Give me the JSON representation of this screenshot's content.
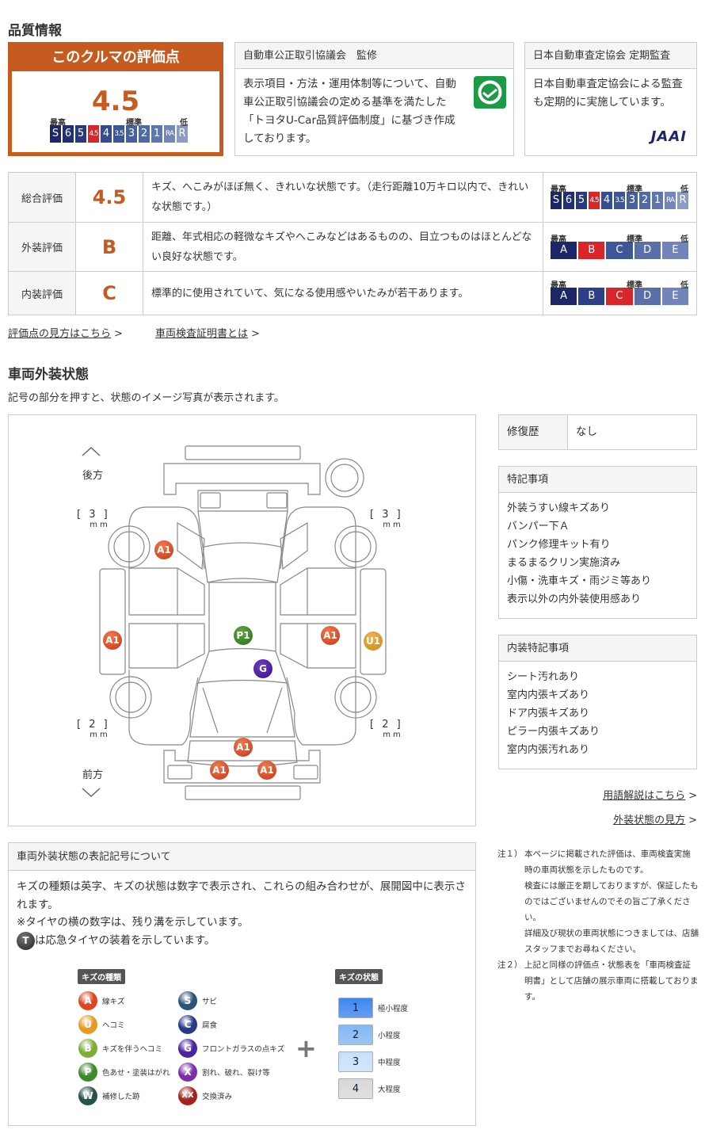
{
  "section_quality": "品質情報",
  "score_box": {
    "title": "このクルマの評価点",
    "score": "4.5"
  },
  "scale_labels": {
    "high": "最高",
    "mid": "標準",
    "low": "低"
  },
  "score_scale": [
    "S",
    "6",
    "5",
    "4.5",
    "4",
    "3.5",
    "3",
    "2",
    "1",
    "RA",
    "R"
  ],
  "grade_scale": [
    "A",
    "B",
    "C",
    "D",
    "E"
  ],
  "colors": {
    "accent": "#c75a1e",
    "selected": "#d8262b",
    "scale": [
      "#1b2767",
      "#223073",
      "#283a7e",
      "#2e4387",
      "#354c90",
      "#3d5698",
      "#4660a0",
      "#5169a7",
      "#5f77b0",
      "#7487bb",
      "#8b9bc6"
    ],
    "grade_scale": [
      "#1b2767",
      "#2d3f87",
      "#3f5699",
      "#5a6ea8",
      "#7284ba"
    ]
  },
  "supervision": {
    "title": "自動車公正取引協議会　監修",
    "text": "表示項目・方法・運用体制等について、自動車公正取引協議会の定める基準を満たした「トヨタU-Car品質評価制度」に基づき作成しております。",
    "logo_icon": "handshake-icon"
  },
  "jaai": {
    "title": "日本自動車査定協会 定期監査",
    "text": "日本自動車査定協会による監査も定期的に実施しています。",
    "logo": "JAAI"
  },
  "ratings": [
    {
      "label": "総合評価",
      "value": "4.5",
      "desc": "キズ、へこみがほぼ無く、きれいな状態です。（走行距離10万キロ以内で、きれいな状態です。）",
      "selected": "4.5"
    },
    {
      "label": "外装評価",
      "value": "B",
      "desc": "距離、年式相応の軽微なキズやへこみなどはあるものの、目立つものはほとんどない良好な状態です。",
      "selected": "B"
    },
    {
      "label": "内装評価",
      "value": "C",
      "desc": "標準的に使用されていて、気になる使用感やいたみが若干あります。",
      "selected": "C"
    }
  ],
  "links": {
    "score_guide": "評価点の見方はこちら",
    "certificate": "車両検査証明書とは",
    "glossary": "用語解説はこちら",
    "exterior_guide": "外装状態の見方"
  },
  "section_exterior": "車両外装状態",
  "exterior_sub": "記号の部分を押すと、状態のイメージ写真が表示されます。",
  "diagram": {
    "rear": "後方",
    "front": "前方",
    "tread_rear_left": "3",
    "tread_rear_right": "3",
    "tread_front_left": "2",
    "tread_front_right": "2",
    "unit": "mm",
    "markers": [
      "A1",
      "A1",
      "P1",
      "G",
      "A1",
      "U1",
      "A1",
      "A1",
      "A1"
    ]
  },
  "repair": {
    "label": "修復歴",
    "value": "なし"
  },
  "notes_panel": {
    "title": "特記事項",
    "items": [
      "外装うすい線キズあり",
      "バンパー下Ａ",
      "パンク修理キット有り",
      "まるまるクリン実施済み",
      "小傷・洗車キズ・雨ジミ等あり",
      "表示以外の内外装使用感あり"
    ]
  },
  "interior_panel": {
    "title": "内装特記事項",
    "items": [
      "シート汚れあり",
      "室内内張キズあり",
      "ドア内張キズあり",
      "ピラー内張キズあり",
      "室内内張汚れあり"
    ]
  },
  "legend": {
    "title": "車両外装状態の表記記号について",
    "text1": "キズの種類は英字、キズの状態は数字で表示され、これらの組み合わせが、展開図中に表示されます。",
    "text2": "※タイヤの横の数字は、残り溝を示しています。",
    "text3": "は応急タイヤの装着を示しています。",
    "tire_badge": "T",
    "types_title": "キズの種類",
    "states_title": "キズの状態",
    "plus": "+",
    "types": [
      {
        "code": "A",
        "label": "線キズ",
        "color": "#e0451f"
      },
      {
        "code": "U",
        "label": "ヘコミ",
        "color": "#e79a22"
      },
      {
        "code": "B",
        "label": "キズを伴うヘコミ",
        "color": "#7fae36"
      },
      {
        "code": "P",
        "label": "色あせ・塗装はがれ",
        "color": "#3d8a2a"
      },
      {
        "code": "W",
        "label": "補修した跡",
        "color": "#27514c"
      },
      {
        "code": "S",
        "label": "サビ",
        "color": "#2b5577"
      },
      {
        "code": "C",
        "label": "腐食",
        "color": "#263a8a"
      },
      {
        "code": "G",
        "label": "フロントガラスの点キズ",
        "color": "#4b22a0"
      },
      {
        "code": "X",
        "label": "割れ、破れ、裂け等",
        "color": "#7a2fa6"
      },
      {
        "code": "XX",
        "label": "交換済み",
        "color": "#a8221d"
      }
    ],
    "states": [
      {
        "code": "1",
        "label": "極小程度",
        "color": "#3f86ee"
      },
      {
        "code": "2",
        "label": "小程度",
        "color": "#83b8f3"
      },
      {
        "code": "3",
        "label": "中程度",
        "color": "#c6e0fa"
      },
      {
        "code": "4",
        "label": "大程度",
        "color": "#d8d8d8"
      }
    ]
  },
  "disclaimer": {
    "n1_label": "注１）",
    "n1": [
      "本ページに掲載された評価は、車両検査実施時の車両状態を示したものです。",
      "検査には厳正を期しておりますが、保証したものではございませんのでその旨ご了承ください。",
      "詳細及び現状の車両状態につきましては、店舗スタッフまでお尋ねください。"
    ],
    "n2_label": "注２）",
    "n2": "上記と同様の評価点・状態表を「車両検査証明書」として店舗の展示車両に搭載しております。"
  }
}
